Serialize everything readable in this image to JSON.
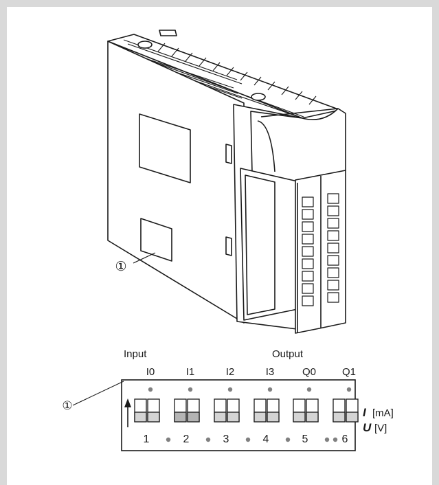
{
  "colors": {
    "border": "#d9d9d9",
    "line": "#1a1a1a",
    "switch_fill": "#d4d4d4",
    "switch_fill_dark": "#b4b4b4",
    "dot": "#808080"
  },
  "device": {
    "callout": "①"
  },
  "dip": {
    "callout": "①",
    "input_label": "Input",
    "output_label": "Output",
    "channels": [
      "I0",
      "I1",
      "I2",
      "I3",
      "Q0",
      "Q1"
    ],
    "switch_numbers": [
      "1",
      "2",
      "3",
      "4",
      "5",
      "6"
    ],
    "current_symbol": "I",
    "current_unit": "[mA]",
    "voltage_symbol": "U",
    "voltage_unit": "[V]"
  }
}
